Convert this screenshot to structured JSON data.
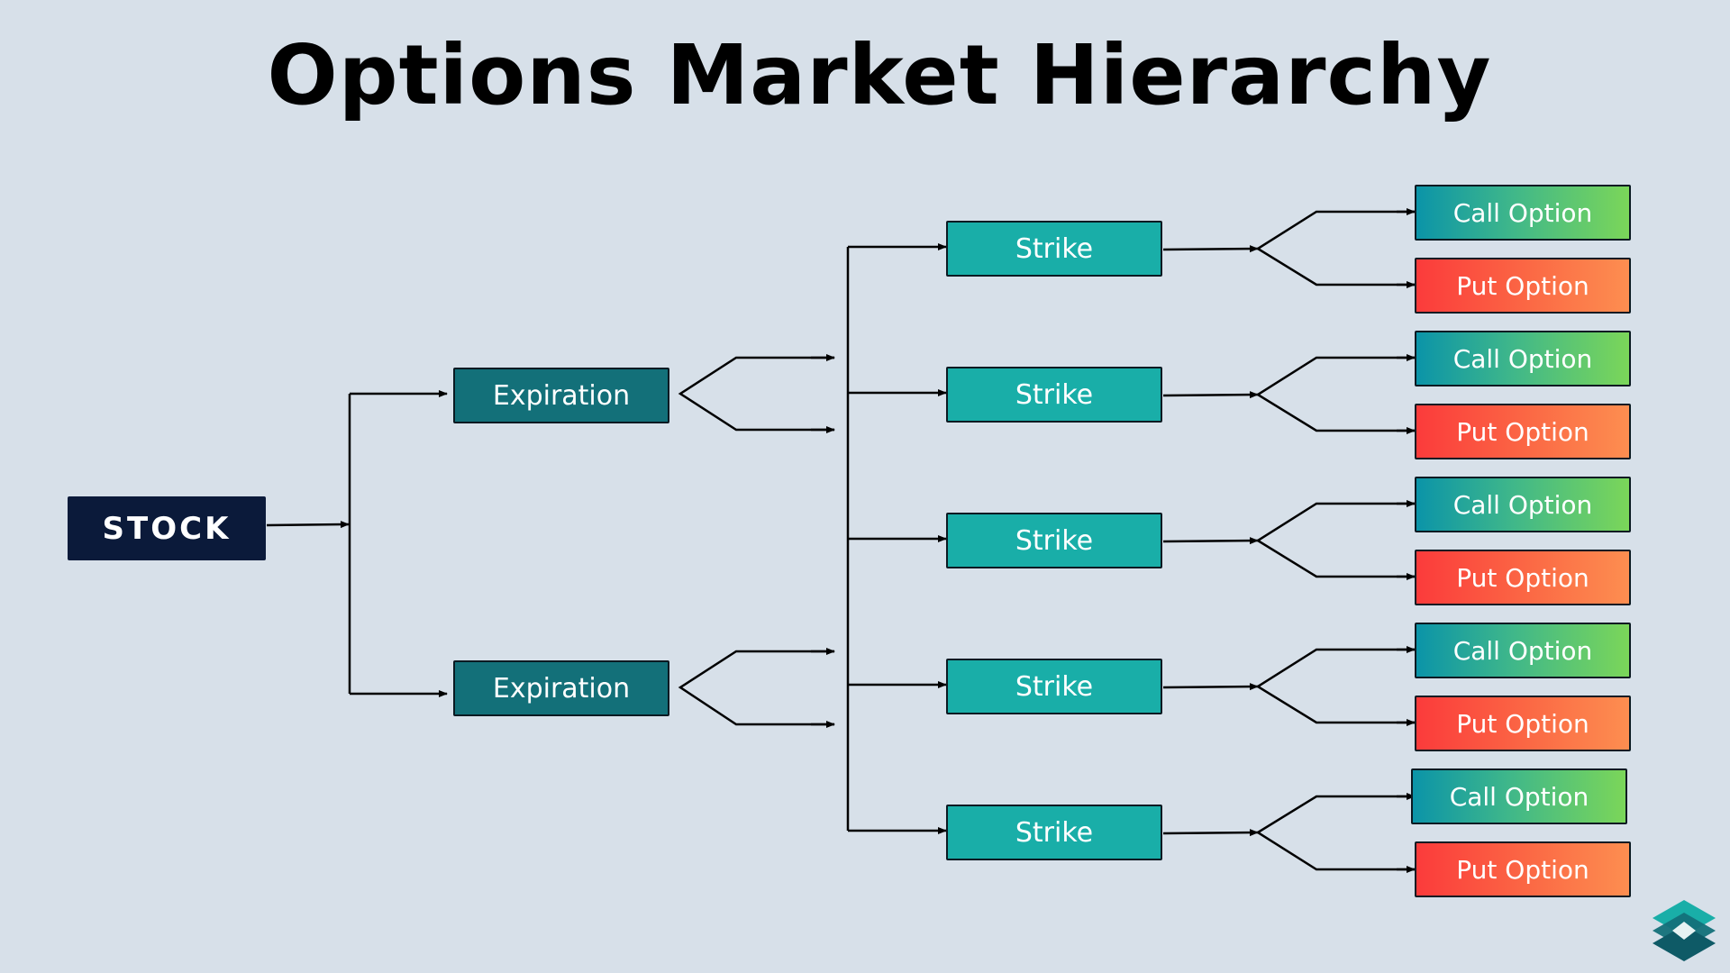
{
  "title": "Options Market Hierarchy",
  "stock": {
    "label": "STOCK"
  },
  "expirations": [
    {
      "label": "Expiration"
    },
    {
      "label": "Expiration"
    }
  ],
  "strikes": [
    {
      "label": "Strike"
    },
    {
      "label": "Strike"
    },
    {
      "label": "Strike"
    },
    {
      "label": "Strike"
    },
    {
      "label": "Strike"
    }
  ],
  "options": [
    {
      "call": "Call Option",
      "put": "Put Option"
    },
    {
      "call": "Call Option",
      "put": "Put Option"
    },
    {
      "call": "Call Option",
      "put": "Put Option"
    },
    {
      "call": "Call Option",
      "put": "Put Option"
    },
    {
      "call": "Call Option",
      "put": "Put Option"
    }
  ],
  "colors": {
    "background": "#d7e0e9",
    "stock": "#0b1a3a",
    "expiration": "#137079",
    "strike": "#19aea8",
    "call_gradient": [
      "#0b94a8",
      "#7bd659"
    ],
    "put_gradient": [
      "#fb3b3b",
      "#fd8e50"
    ]
  },
  "logo": {
    "icon": "layers-icon"
  }
}
